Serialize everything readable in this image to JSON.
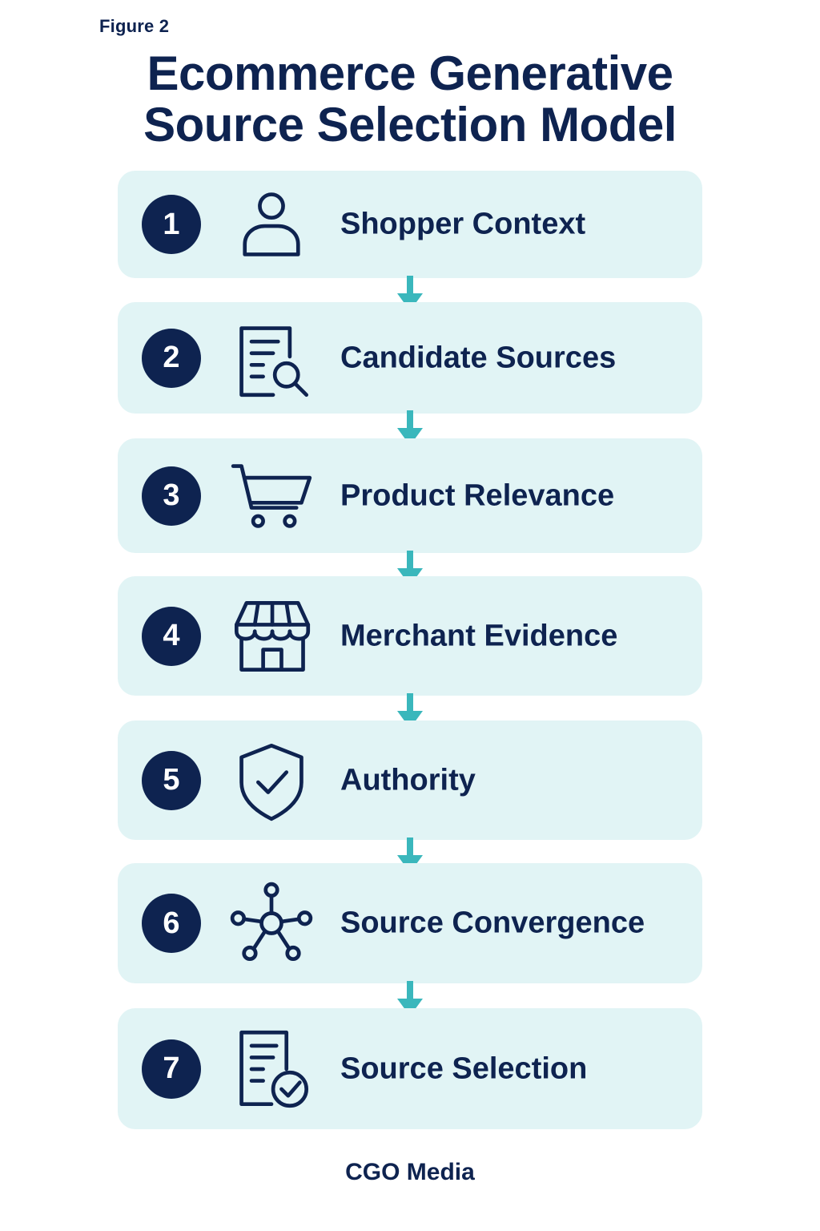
{
  "figure_label": "Figure 2",
  "title": {
    "line1": "Ecommerce Generative",
    "line2": "Source Selection Model"
  },
  "steps": [
    {
      "number": "1",
      "label": "Shopper Context",
      "icon": "user-icon"
    },
    {
      "number": "2",
      "label": "Candidate Sources",
      "icon": "document-search-icon"
    },
    {
      "number": "3",
      "label": "Product Relevance",
      "icon": "shopping-cart-icon"
    },
    {
      "number": "4",
      "label": "Merchant Evidence",
      "icon": "storefront-icon"
    },
    {
      "number": "5",
      "label": "Authority",
      "icon": "shield-check-icon"
    },
    {
      "number": "6",
      "label": "Source Convergence",
      "icon": "network-hub-icon"
    },
    {
      "number": "7",
      "label": "Source Selection",
      "icon": "document-check-icon"
    }
  ],
  "footer": "CGO Media",
  "colors": {
    "navy": "#0e2350",
    "card_background": "#e1f4f5",
    "arrow_teal": "#3ab7bc"
  }
}
